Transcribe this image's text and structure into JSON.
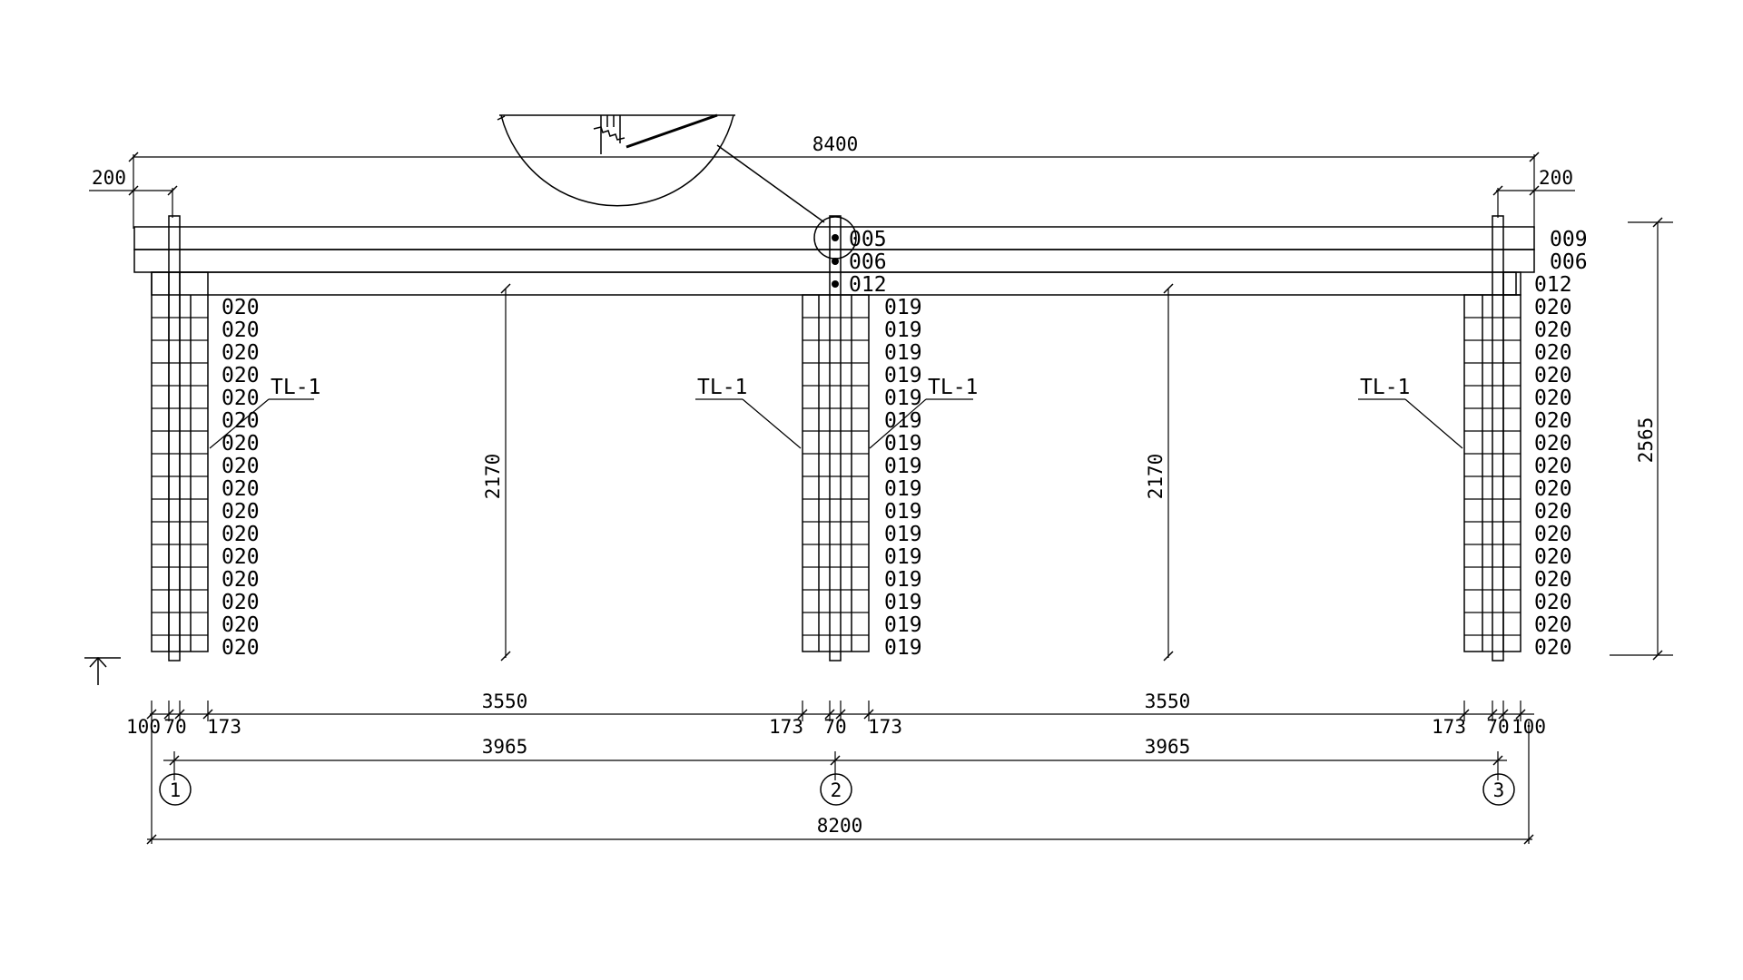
{
  "overall_width_top": "8400",
  "overhang_left": "200",
  "overhang_right": "200",
  "overall_height": "2565",
  "span_height_1": "2170",
  "span_height_2": "2170",
  "log_labels_top": [
    "005",
    "006",
    "012"
  ],
  "log_labels_right_top": [
    "009",
    "006",
    "012"
  ],
  "left_wall_log": "020",
  "middle_wall_log": "019",
  "right_wall_log": "020",
  "wall_log_rows": 16,
  "tie_label": "TL-1",
  "bottom_dims": {
    "a": "100",
    "b": "70",
    "c": "173",
    "span_clear_1": "3550",
    "span_clear_2": "3550",
    "d": "173",
    "e": "70",
    "f": "173",
    "g": "173",
    "h": "70",
    "i": "100",
    "axis_span_1": "3965",
    "axis_span_2": "3965",
    "total": "8200"
  },
  "axes": [
    "1",
    "2",
    "3"
  ]
}
